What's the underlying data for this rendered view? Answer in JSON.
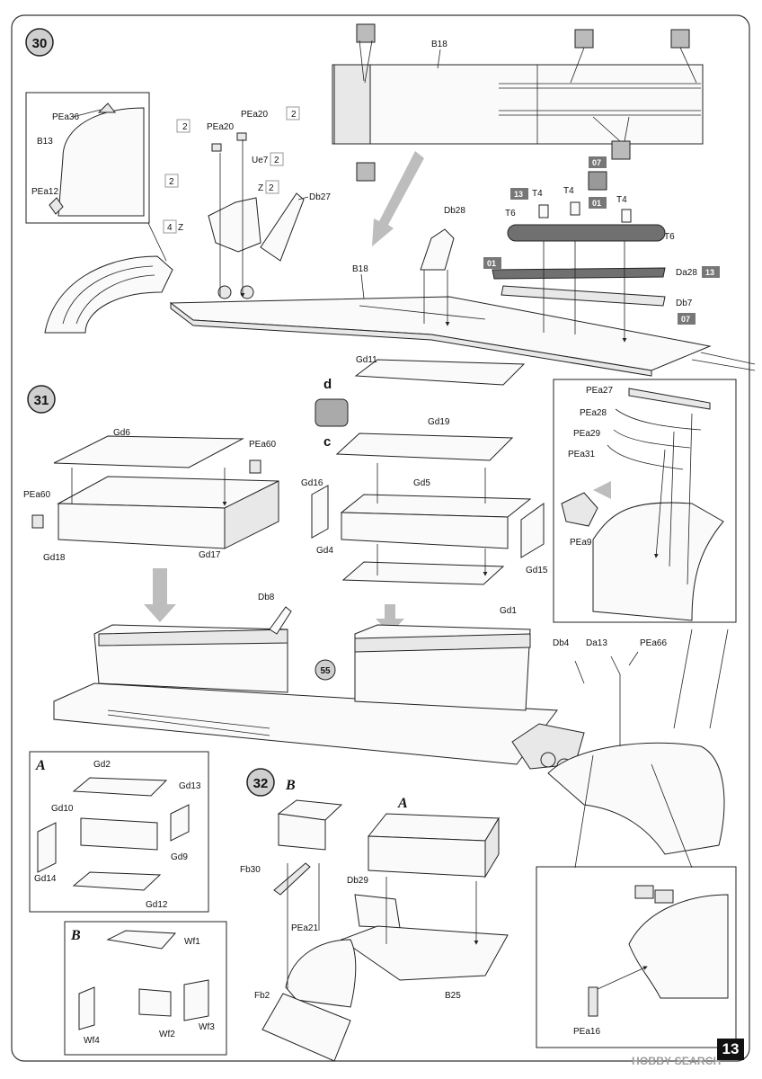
{
  "page_number": "13",
  "watermark": "HOBBY SEARCH",
  "steps": [
    {
      "number": "30"
    },
    {
      "number": "31"
    },
    {
      "number": "32"
    }
  ],
  "reference_circle": "55",
  "subassembly_letters": [
    "A",
    "B"
  ],
  "direction_letters": {
    "top": "d",
    "bottom": "c"
  },
  "quantity_marks": {
    "x2": "2",
    "x4": "4"
  },
  "paint_codes": [
    "13",
    "01",
    "07"
  ],
  "step30_labels": {
    "inset": [
      "PEa36",
      "B13",
      "PEa12"
    ],
    "parts": [
      "PEa20",
      "PEa20",
      "Ue7",
      "Z",
      "Z",
      "Db27",
      "B18",
      "B18",
      "Db28",
      "T4",
      "T4",
      "T4",
      "T6",
      "T6",
      "Da28",
      "Db7"
    ]
  },
  "step31_labels": {
    "parts": [
      "Gd6",
      "PEa60",
      "PEa60",
      "Gd18",
      "Gd17",
      "Gd11",
      "Gd19",
      "Gd5",
      "Gd16",
      "Gd4",
      "Gd15",
      "Gd1",
      "Db8",
      "Db4",
      "Da13",
      "PEa66"
    ],
    "inset_right": [
      "PEa27",
      "PEa28",
      "PEa29",
      "PEa31",
      "PEa9"
    ],
    "inset_a": [
      "Gd2",
      "Gd13",
      "Gd10",
      "Gd14",
      "Gd9",
      "Gd12"
    ],
    "inset_b": [
      "Wf1",
      "Wf4",
      "Wf2",
      "Wf3"
    ]
  },
  "step32_labels": [
    "Fb30",
    "PEa21",
    "Db29",
    "Fb2",
    "B25",
    "PEa16"
  ]
}
